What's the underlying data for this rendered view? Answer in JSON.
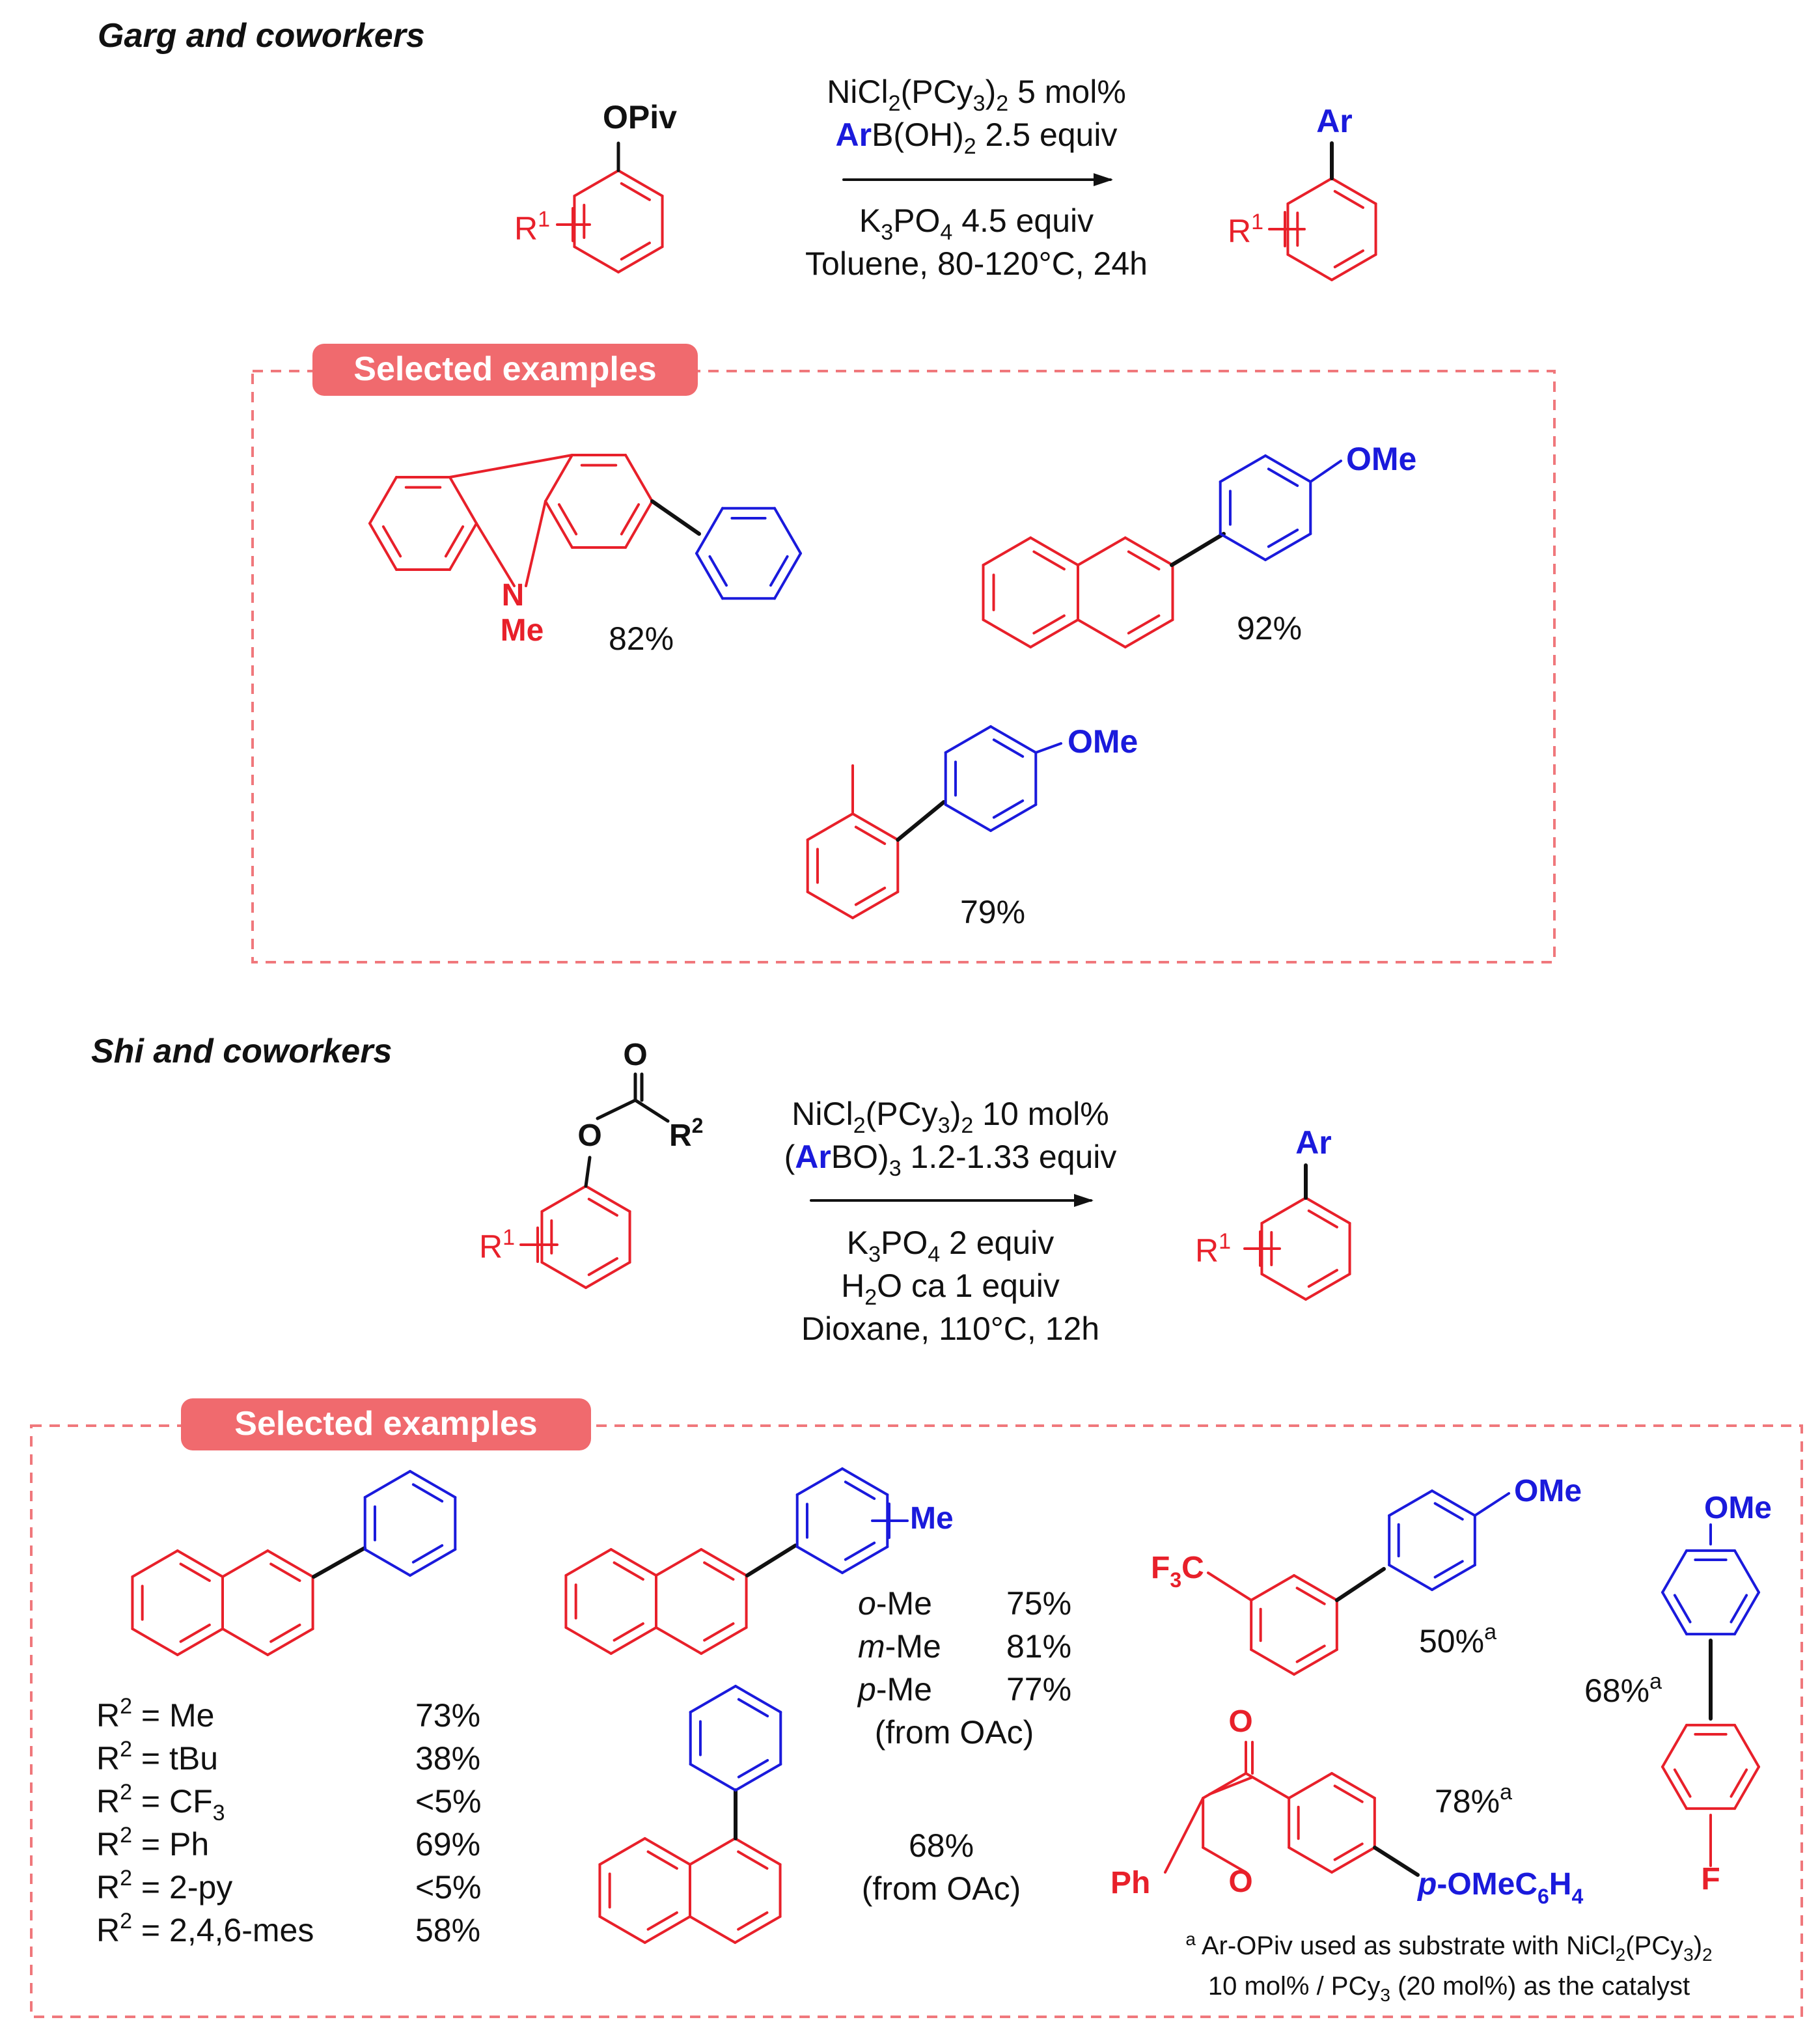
{
  "garg": {
    "title": "Garg and coworkers",
    "substrate": {
      "group": "OPiv",
      "r": "R",
      "r_sup": "1"
    },
    "conditions_top": [
      {
        "parts": [
          {
            "t": "NiCl"
          },
          {
            "t": "2",
            "sub": true
          },
          {
            "t": "(PCy"
          },
          {
            "t": "3",
            "sub": true
          },
          {
            "t": ")"
          },
          {
            "t": "2",
            "sub": true
          },
          {
            "t": " 5 mol%"
          }
        ]
      },
      {
        "parts": [
          {
            "t": "Ar",
            "blue": true
          },
          {
            "t": "B(OH)"
          },
          {
            "t": "2",
            "sub": true
          },
          {
            "t": " 2.5 equiv"
          }
        ]
      }
    ],
    "conditions_bottom": [
      {
        "parts": [
          {
            "t": "K"
          },
          {
            "t": "3",
            "sub": true
          },
          {
            "t": "PO"
          },
          {
            "t": "4",
            "sub": true
          },
          {
            "t": " 4.5 equiv"
          }
        ]
      },
      {
        "parts": [
          {
            "t": "Toluene,  80-120°C, 24h"
          }
        ]
      }
    ],
    "product": {
      "group": "Ar",
      "r": "R",
      "r_sup": "1"
    },
    "examples_label": "Selected examples",
    "examples": [
      {
        "atom": "N",
        "sub": "Me",
        "yield": "82%"
      },
      {
        "group": "OMe",
        "yield": "92%"
      },
      {
        "group": "OMe",
        "yield": "79%"
      }
    ]
  },
  "shi": {
    "title": "Shi and coworkers",
    "substrate": {
      "carbonyl_o": "O",
      "ester_o": "O",
      "r2": "R",
      "r2_sup": "2",
      "r": "R",
      "r_sup": "1"
    },
    "conditions_top": [
      {
        "parts": [
          {
            "t": "NiCl"
          },
          {
            "t": "2",
            "sub": true
          },
          {
            "t": "(PCy"
          },
          {
            "t": "3",
            "sub": true
          },
          {
            "t": ")"
          },
          {
            "t": "2",
            "sub": true
          },
          {
            "t": " 10 mol%"
          }
        ]
      },
      {
        "parts": [
          {
            "t": "("
          },
          {
            "t": "Ar",
            "blue": true
          },
          {
            "t": "BO)"
          },
          {
            "t": "3",
            "sub": true
          },
          {
            "t": " 1.2-1.33 equiv"
          }
        ]
      }
    ],
    "conditions_bottom": [
      {
        "parts": [
          {
            "t": "K"
          },
          {
            "t": "3",
            "sub": true
          },
          {
            "t": "PO"
          },
          {
            "t": "4",
            "sub": true
          },
          {
            "t": " 2 equiv"
          }
        ]
      },
      {
        "parts": [
          {
            "t": "H"
          },
          {
            "t": "2",
            "sub": true
          },
          {
            "t": "O ca 1 equiv"
          }
        ]
      },
      {
        "parts": [
          {
            "t": "Dioxane, 110°C, 12h"
          }
        ]
      }
    ],
    "product": {
      "group": "Ar",
      "r": "R",
      "r_sup": "1"
    },
    "examples_label": "Selected examples",
    "r2_rows": [
      {
        "label": "R",
        "sup": "2",
        "rest": " = Me",
        "yield": "73%"
      },
      {
        "label": "R",
        "sup": "2",
        "rest": " = tBu",
        "yield": "38%"
      },
      {
        "label": "R",
        "sup": "2",
        "rest": " = CF",
        "sub": "3",
        "yield": "<5%"
      },
      {
        "label": "R",
        "sup": "2",
        "rest": " = Ph",
        "yield": "69%"
      },
      {
        "label": "R",
        "sup": "2",
        "rest": " = 2-py",
        "yield": "<5%"
      },
      {
        "label": "R",
        "sup": "2",
        "rest": " = 2,4,6-mes",
        "yield": "58%"
      }
    ],
    "me_example": {
      "group": "Me",
      "rows": [
        {
          "pos": "o",
          "rest": "-Me",
          "yield": "75%"
        },
        {
          "pos": "m",
          "rest": "-Me",
          "yield": "81%"
        },
        {
          "pos": "p",
          "rest": "-Me",
          "yield": "77%"
        }
      ],
      "note": "(from OAc)"
    },
    "naph1_example": {
      "yield": "68%",
      "note": "(from OAc)"
    },
    "cf3_example": {
      "group": "F",
      "group_sub": "3",
      "group_c": "C",
      "ome": "OMe",
      "yield": "50%",
      "sup": "a"
    },
    "fluoro_example": {
      "ome": "OMe",
      "f": "F",
      "yield": "68%",
      "sup": "a"
    },
    "flavone_example": {
      "o_top": "O",
      "o_ring": "O",
      "ph": "Ph",
      "aryl_pre": "p",
      "aryl_rest": "-OMeC",
      "aryl_sub": "6",
      "aryl_h": "H",
      "aryl_sub2": "4",
      "yield": "78%",
      "sup": "a"
    },
    "footnote_line1": {
      "sup": "a",
      "text1": " Ar-OPiv used as substrate with NiCl",
      "s1": "2",
      "text2": "(PCy",
      "s2": "3",
      "text3": ")",
      "s3": "2"
    },
    "footnote_line2": {
      "text1": "10 mol% / PCy",
      "s1": "3",
      "text2": " (20 mol%) as the catalyst"
    }
  },
  "colors": {
    "red": "#e8202a",
    "blue": "#1a1adc",
    "pill": "#f06a6e",
    "dash": "#f0787c"
  }
}
